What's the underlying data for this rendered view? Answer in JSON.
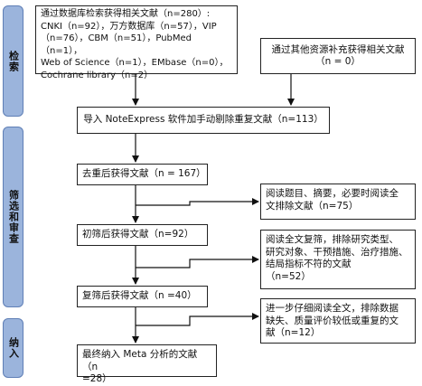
{
  "phases": {
    "identification": "检索",
    "screening": "筛选和审查",
    "inclusion": "纳入"
  },
  "boxes": {
    "database_search": "通过数据库检索获得相关文献（n=280）:\nCNKI（n=92），万方数据库（n=57），VIP\n（n=76），CBM（n=51），PubMed（n=1），\nWeb of Science（n=1），EMbase（n=0），\nCochrane library（n=2）",
    "other_sources": "通过其他资源补充获得相关文献\n（n = 0）",
    "import": "导入 NoteExpress 软件加手动剔除重复文献（n=113）",
    "after_dedup": "去重后获得文献（n = 167）",
    "excluded_title": "阅读题目、摘要，必要时阅读全\n文排除文献（n=75）",
    "initial_screen": "初筛后获得文献（n=92）",
    "excluded_fulltext": "阅读全文复筛，排除研究类型、\n研究对象、干预措施、治疗措施、\n结局指标不符的文献\n（n=52）",
    "rescreen": "复筛后获得文献（n =40）",
    "excluded_quality": "进一步仔细阅读全文，排除数据\n缺失、质量评价较低或重复的文\n献（n=12）",
    "final": "最终纳入 Meta 分析的文献（n\n=28）"
  }
}
